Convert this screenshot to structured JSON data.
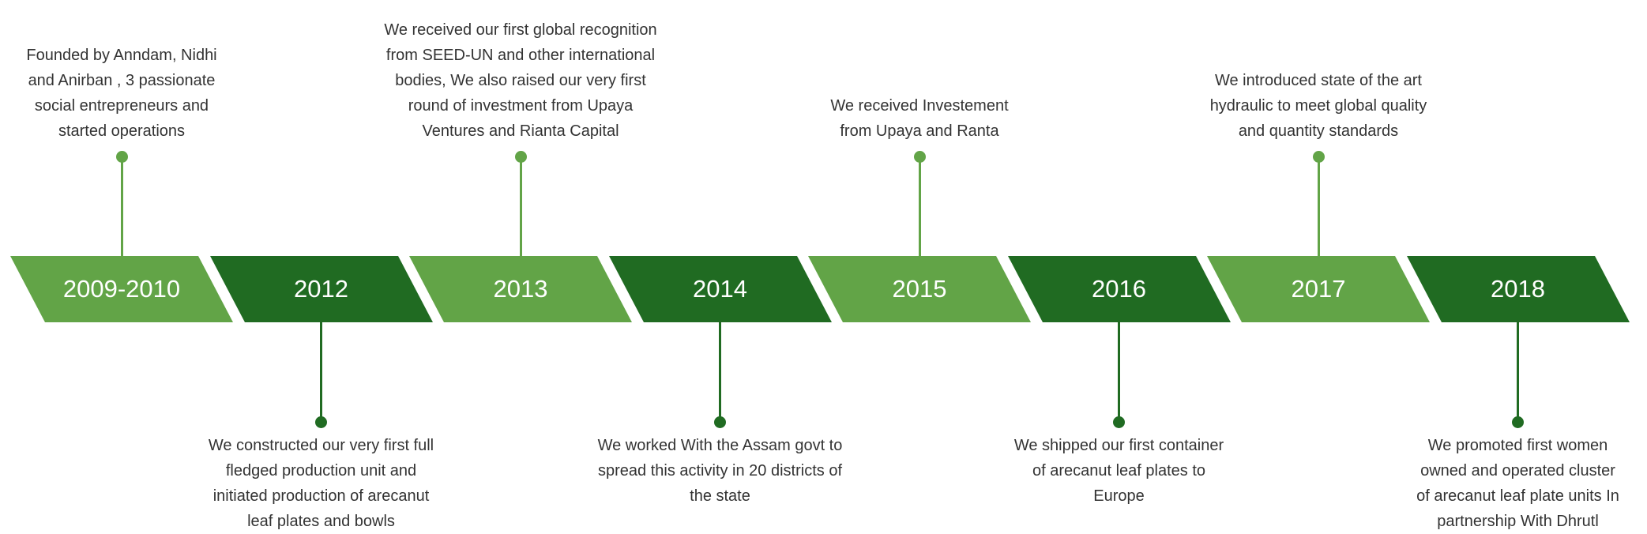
{
  "colors": {
    "light": "#62a447",
    "dark": "#206b22",
    "text": "#333333"
  },
  "milestones": [
    {
      "year": "2009-2010",
      "text": "Founded by Anndam, Nidhi\nand Anirban , 3 passionate\nsocial entrepreneurs and\nstarted operations"
    },
    {
      "year": "2012",
      "text": "We constructed our very first full\nfledged production unit and\ninitiated production of arecanut\nleaf plates and bowls"
    },
    {
      "year": "2013",
      "text": "We received our first global recognition\nfrom SEED-UN and other international\nbodies, We also raised our very first\nround of investment from Upaya\nVentures and Rianta Capital"
    },
    {
      "year": "2014",
      "text": "We worked With the Assam govt to\nspread  this activity in 20 districts of\nthe state"
    },
    {
      "year": "2015",
      "text": "We received Investement\nfrom Upaya and Ranta"
    },
    {
      "year": "2016",
      "text": "We shipped our first container\nof arecanut leaf plates to\nEurope"
    },
    {
      "year": "2017",
      "text": "We introduced state of the art\nhydraulic to meet global quality\nand quantity standards"
    },
    {
      "year": "2018",
      "text": "We promoted first women\nowned and operated cluster\nof arecanut leaf plate units In\npartnership With Dhrutl"
    }
  ]
}
